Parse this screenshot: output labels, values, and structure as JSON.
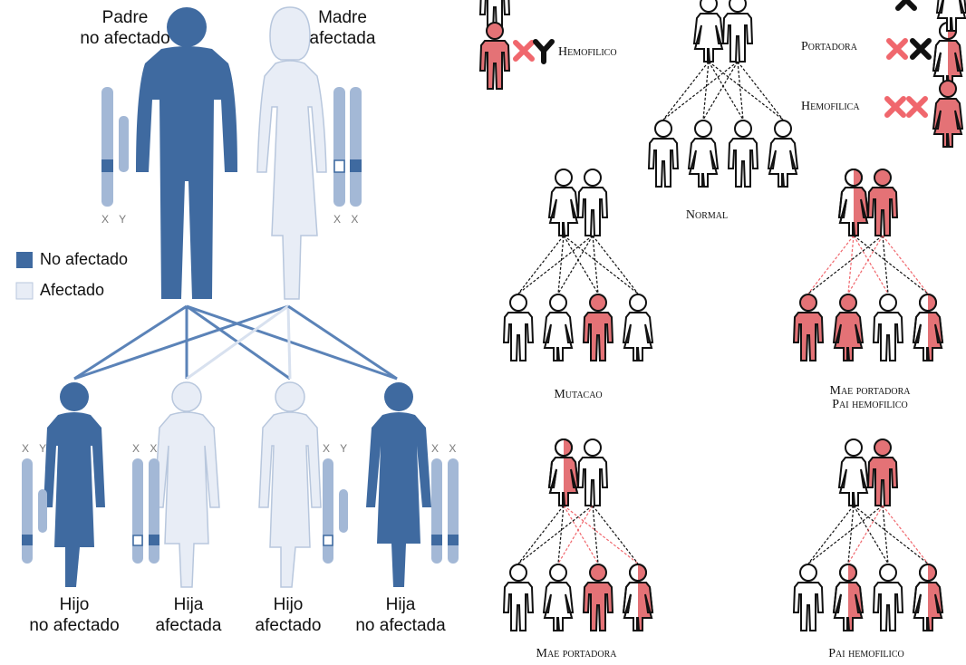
{
  "left_panel": {
    "father_label": [
      "Padre",
      "no afectado"
    ],
    "mother_label": [
      "Madre",
      "afectada"
    ],
    "chrom_xy": "X Y",
    "chrom_xx": "X X",
    "legend": {
      "unaffected": "No afectado",
      "affected": "Afectado"
    },
    "children": [
      {
        "line1": "Hijo",
        "line2": "no afectado",
        "chrom": "X Y"
      },
      {
        "line1": "Hija",
        "line2": "afectada",
        "chrom": "X X"
      },
      {
        "line1": "Hijo",
        "line2": "afectado",
        "chrom": "X Y"
      },
      {
        "line1": "Hija",
        "line2": "no afectada",
        "chrom": "X X"
      }
    ]
  },
  "right_panel": {
    "legend": {
      "hemophilic_male": "Hemofilico",
      "carrier_female": "Portadora",
      "hemophilic_female": "Hemofilica"
    },
    "families": {
      "normal": "Normal",
      "mutation": "Mutacao",
      "mother_carrier_father_hemophilic": [
        "Mae portadora",
        "Pai hemofilico"
      ],
      "mother_carrier": "Mae portadora",
      "father_hemophilic": "Pai hemofilico"
    }
  },
  "colors": {
    "dark_blue": "#3f6aa0",
    "light_blue": "#e8edf6",
    "chromosome": "#a3b8d6",
    "affected_red": "#e47276",
    "cross_red": "#f0676d"
  }
}
